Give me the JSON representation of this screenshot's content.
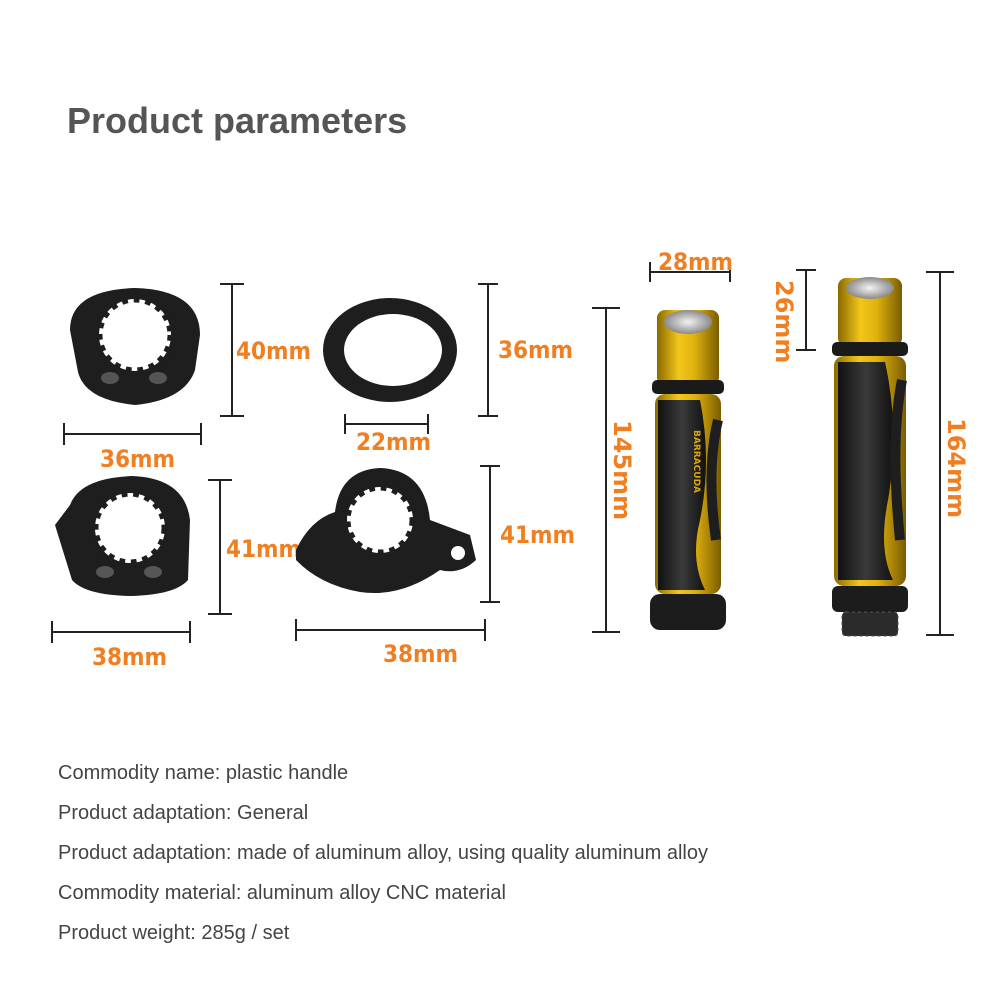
{
  "title": "Product parameters",
  "dimensions": {
    "ring1_height": "40mm",
    "ring1_width": "36mm",
    "washer_height": "36mm",
    "washer_inner": "22mm",
    "ring2_height": "41mm",
    "ring2_width": "38mm",
    "ring3_height": "41mm",
    "ring3_width": "38mm",
    "grip1_width": "28mm",
    "grip1_length": "145mm",
    "grip2_cap": "26mm",
    "grip2_length": "164mm"
  },
  "grip_brand": "BARRACUDA",
  "specs": [
    "Commodity name: plastic handle",
    "Product adaptation: General",
    "Product adaptation: made of aluminum alloy, using quality aluminum alloy",
    "Commodity material: aluminum alloy CNC material",
    "Product weight: 285g / set"
  ],
  "colors": {
    "dimension_text": "#f07f22",
    "dimension_line": "#222222",
    "part_black": "#1e1e1e",
    "grip_gold": "#d9a90c"
  }
}
